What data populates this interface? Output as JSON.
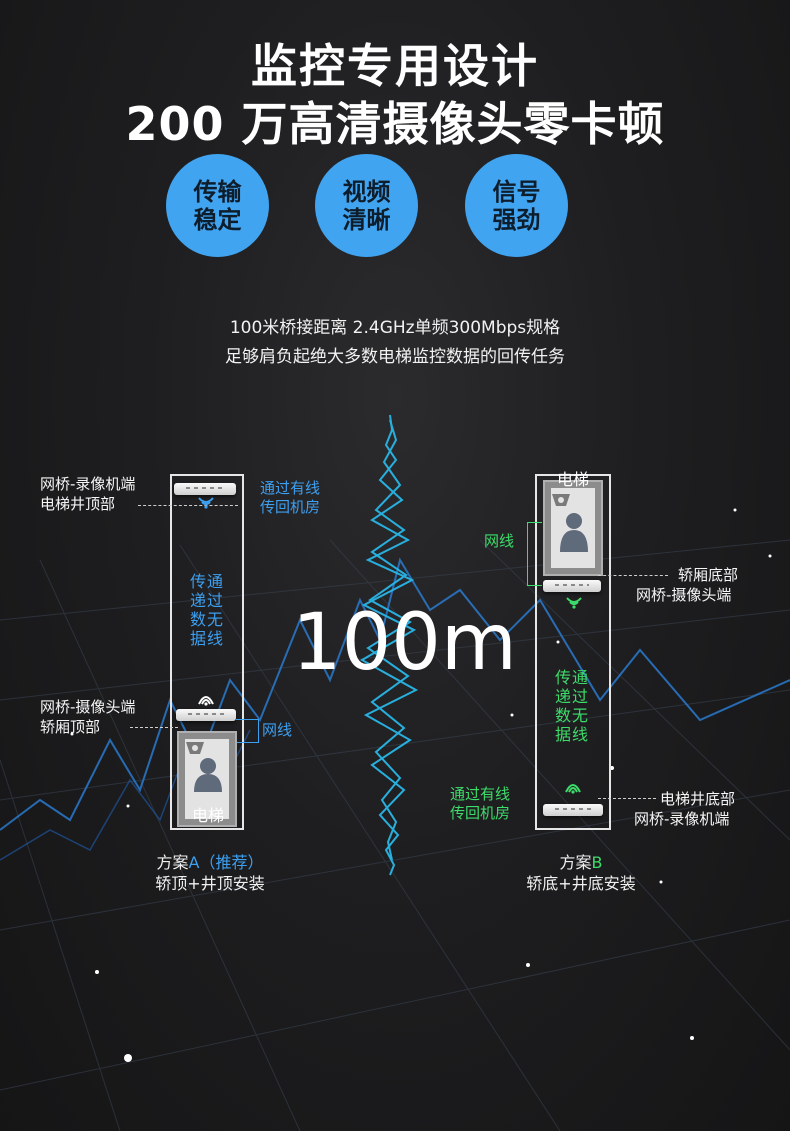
{
  "header": {
    "line1": "监控专用设计",
    "line2": "200 万高清摄像头零卡顿"
  },
  "features": [
    {
      "line1": "传输",
      "line2": "稳定"
    },
    {
      "line1": "视频",
      "line2": "清晰"
    },
    {
      "line1": "信号",
      "line2": "强劲"
    }
  ],
  "subtitle": {
    "line1": "100米桥接距离  2.4GHz单频300Mbps规格",
    "line2": "足够肩负起绝大多数电梯监控数据的回传任务"
  },
  "distance": "100m",
  "schemeA": {
    "top_label1": "网桥-录像机端",
    "top_label2": "电梯井顶部",
    "wired_line1": "通过有线",
    "wired_line2": "传回机房",
    "wireless": [
      "传通",
      "递过",
      "数无",
      "据线"
    ],
    "bottom_label1": "网桥-摄像头端",
    "bottom_label2": "轿厢顶部",
    "cable_label": "网线",
    "elevator_label": "电梯",
    "caption_prefix": "方案",
    "caption_letter": "A（推荐）",
    "caption_line2": "轿顶+井顶安装"
  },
  "schemeB": {
    "elevator_label": "电梯",
    "cable_label": "网线",
    "top_label1": "轿厢底部",
    "top_label2": "网桥-摄像头端",
    "wireless": [
      "传通",
      "递过",
      "数无",
      "据线"
    ],
    "wired_line1": "通过有线",
    "wired_line2": "传回机房",
    "bottom_label1": "电梯井底部",
    "bottom_label2": "网桥-录像机端",
    "caption_prefix": "方案",
    "caption_letter": "B",
    "caption_line2": "轿底+井底安装"
  },
  "colors": {
    "accent_blue": "#3d9ff0",
    "accent_green": "#3ddc6a",
    "circle_blue": "#41a4f0"
  },
  "icons": [
    "wifi-icon",
    "camera-icon",
    "person-icon",
    "waveform-icon"
  ]
}
